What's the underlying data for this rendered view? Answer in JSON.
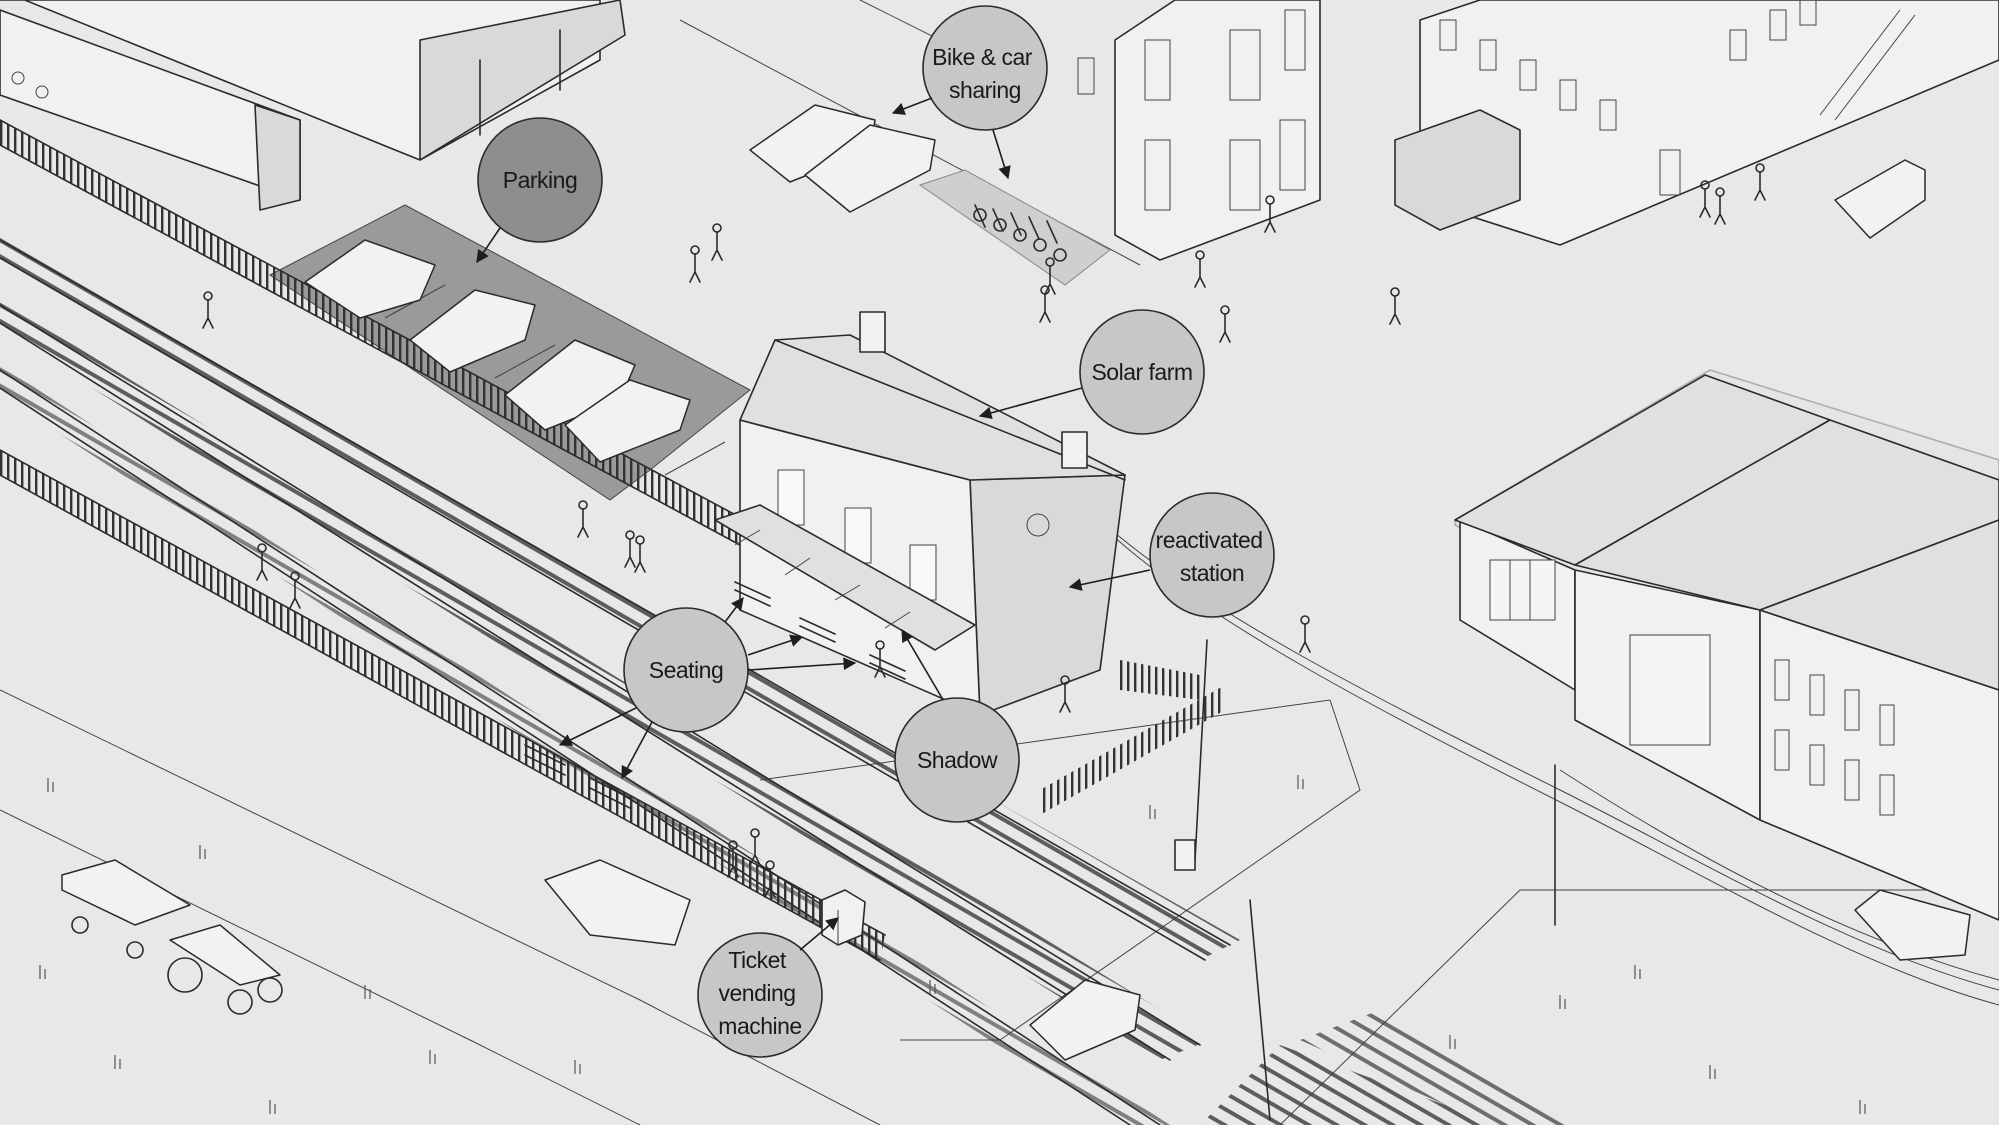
{
  "labels": {
    "parking": [
      "Parking"
    ],
    "bike_car_sharing": [
      "Bike & car",
      "sharing"
    ],
    "solar_farm": [
      "Solar farm"
    ],
    "reactivated_station": [
      "reactivated",
      "station"
    ],
    "seating": [
      "Seating"
    ],
    "shadow": [
      "Shadow"
    ],
    "ticket_vending_machine": [
      "Ticket",
      "vending",
      "machine"
    ]
  },
  "colors": {
    "background": "#e8e8e8",
    "label_fill": "#c7c7c7",
    "parking_label_fill": "#8e8e8e",
    "parking_area": "#9a9a9a",
    "line": "#2b2b2b"
  }
}
